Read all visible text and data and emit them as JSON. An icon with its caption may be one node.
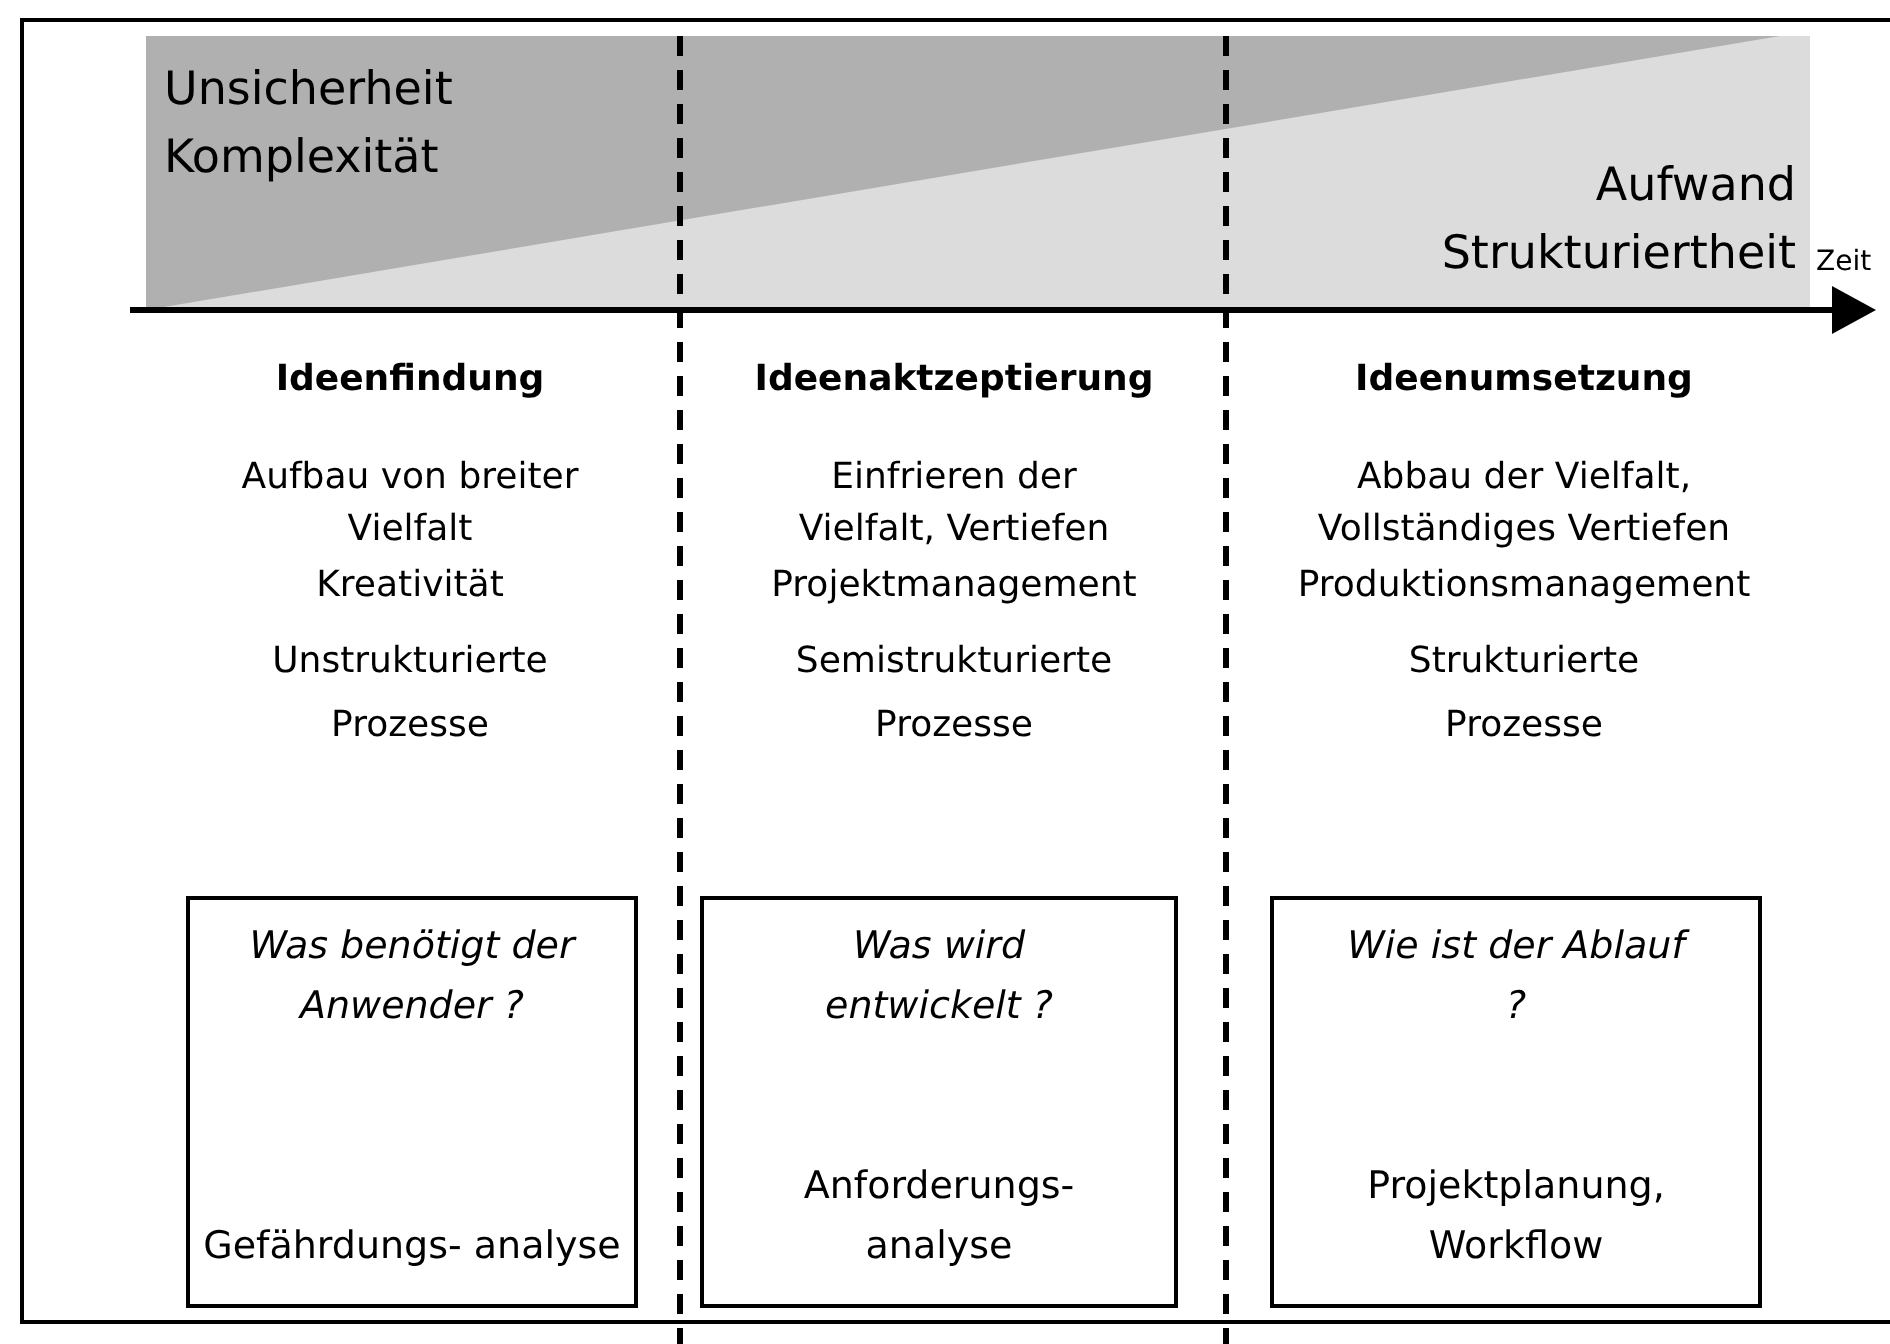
{
  "diagram": {
    "nodes": [
      {
        "text": [
          "Was benötigt der Anwender ?",
          "Gefährdungs- analyse"
        ]
      },
      {
        "text": [
          "Was wird entwickelt ?",
          "Anforderungs- analyse"
        ]
      },
      {
        "text": [
          "Wie ist der Ablauf ?",
          "Projektplanung, Workflow"
        ]
      }
    ],
    "labels": [
      "Unsicherheit Komplexität",
      "Aufwand Strukturiertheit",
      "Zeit",
      "Ideenfindung",
      "Ideenaktzeptierung",
      "Ideenumsetzung",
      "Aufbau von breiter Vielfalt",
      "Einfrieren der Vielfalt, Vertiefen",
      "Abbau der Vielfalt, Vollständiges Vertiefen",
      "Kreativität",
      "Projektmanagement",
      "Produktionsmanagement",
      "Unstrukturierte Prozesse",
      "Semistrukturierte Prozesse",
      "Strukturierte Prozesse"
    ]
  }
}
